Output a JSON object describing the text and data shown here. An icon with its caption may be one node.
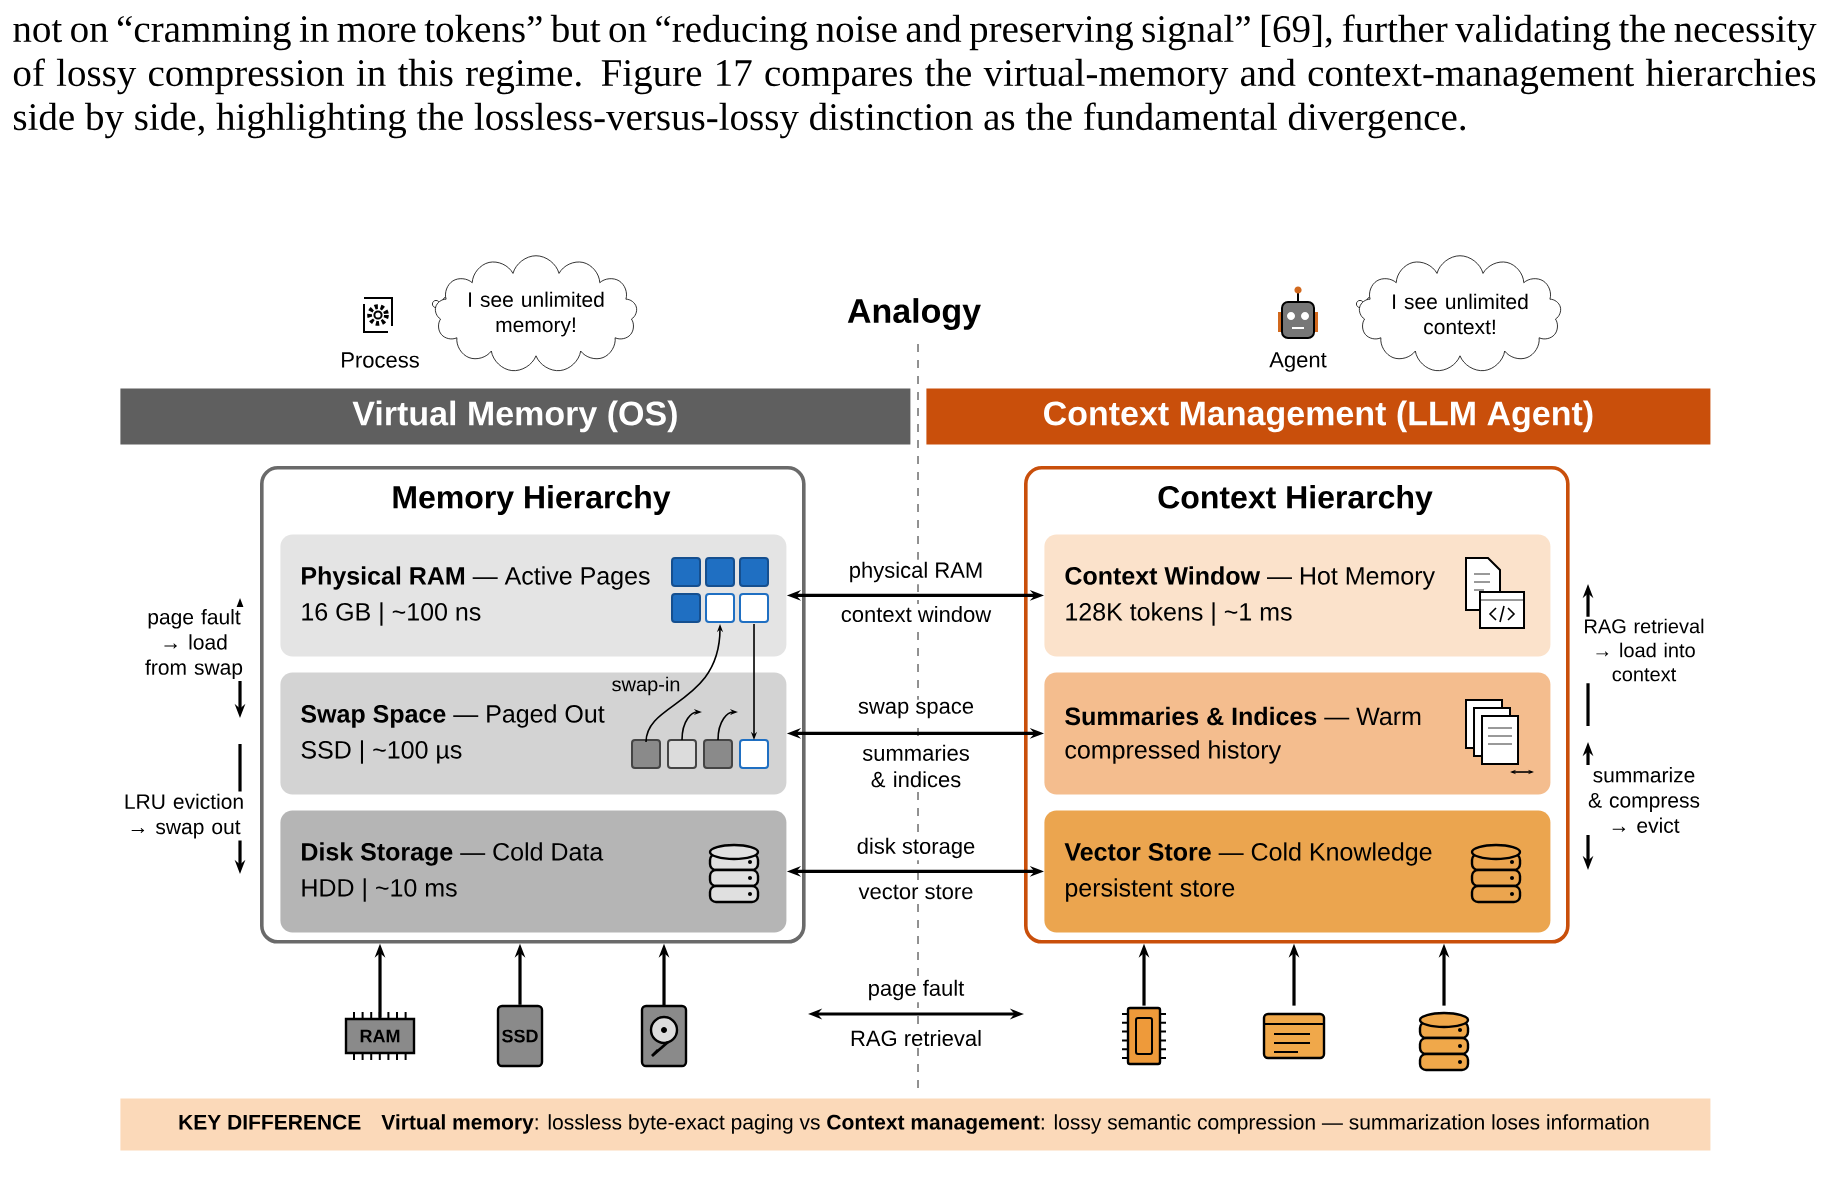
{
  "diagram": {
    "title": "Analogy",
    "nodes": [
      {
        "text": [
          "I see unlimited memory!"
        ]
      },
      {
        "text": [
          "I see unlimited context!"
        ]
      },
      {
        "text": [
          "Virtual Memory (OS)"
        ]
      },
      {
        "text": [
          "Context Management (LLM Agent)"
        ]
      },
      {
        "text": [
          "Memory Hierarchy"
        ]
      },
      {
        "text": [
          "**Physical RAM** — Active Pages",
          "16 GB | ~100 ns"
        ],
        "in": 4
      },
      {
        "text": [
          "**Swap Space** — Paged Out",
          "SSD | ~100 µs"
        ],
        "in": 4
      },
      {
        "text": [
          "**Disk Storage** — Cold Data",
          "HDD | ~10 ms"
        ],
        "in": 4
      },
      {
        "text": [
          "Context Hierarchy"
        ]
      },
      {
        "text": [
          "**Context Window** — Hot Memory",
          "128K tokens | ~1 ms"
        ],
        "in": 8
      },
      {
        "text": [
          "**Summaries & Indices** — Warm",
          "compressed history"
        ],
        "in": 8
      },
      {
        "text": [
          "**Vector Store** — Cold Knowledge",
          "persistent store"
        ],
        "in": 8
      },
      {
        "text": [
          "RAM"
        ]
      },
      {
        "text": [
          "SSD"
        ]
      },
      {
        "text": [],
        "shape": "picture"
      },
      {
        "text": [],
        "shape": "picture"
      },
      {
        "text": [],
        "shape": "picture"
      },
      {
        "text": [],
        "shape": "picture"
      },
      {
        "text": [
          "KEY DIFFERENCE",
          "**Virtual memory**: lossless byte-exact paging vs **Context management**: lossy semantic compression — summarization loses information"
        ]
      }
    ],
    "edges": [
      {
        "from": 5,
        "to": 9,
        "arrow": "both",
        "label": "physical RAM"
      },
      {
        "from": 6,
        "to": 10,
        "arrow": "both",
        "label": "swap space"
      },
      {
        "from": 7,
        "to": 11,
        "arrow": "both",
        "label": "disk storage"
      },
      {
        "from": 12,
        "to": 4,
        "arrow": "to"
      },
      {
        "from": 13,
        "to": 4,
        "arrow": "to"
      },
      {
        "from": 14,
        "to": 4,
        "arrow": "to"
      },
      {
        "from": 15,
        "to": 8,
        "arrow": "to"
      },
      {
        "from": 16,
        "to": 8,
        "arrow": "to"
      },
      {
        "from": 17,
        "to": 8,
        "arrow": "to"
      },
      {
        "from": 6,
        "to": 5,
        "arrow": "to",
        "label": "swap-in"
      },
      {
        "from": 5,
        "to": 6,
        "arrow": "to"
      }
    ],
    "labels": [
      "not on “cramming in more tokens” but on “reducing noise and preserving signal” [69], further validating the necessity of lossy compression in this regime. Figure 17 compares the virtual-memory and context-management hierarchies side by side, highlighting the lossless-versus-lossy distinction as the fundamental divergence.",
      "Process",
      "Agent",
      "page fault → load from swap",
      "context window",
      "RAG retrieval → load into context",
      "summaries & indices",
      "LRU eviction → swap out",
      "vector store",
      "summarize & compress → evict",
      "page fault",
      "RAG retrieval"
    ]
  }
}
